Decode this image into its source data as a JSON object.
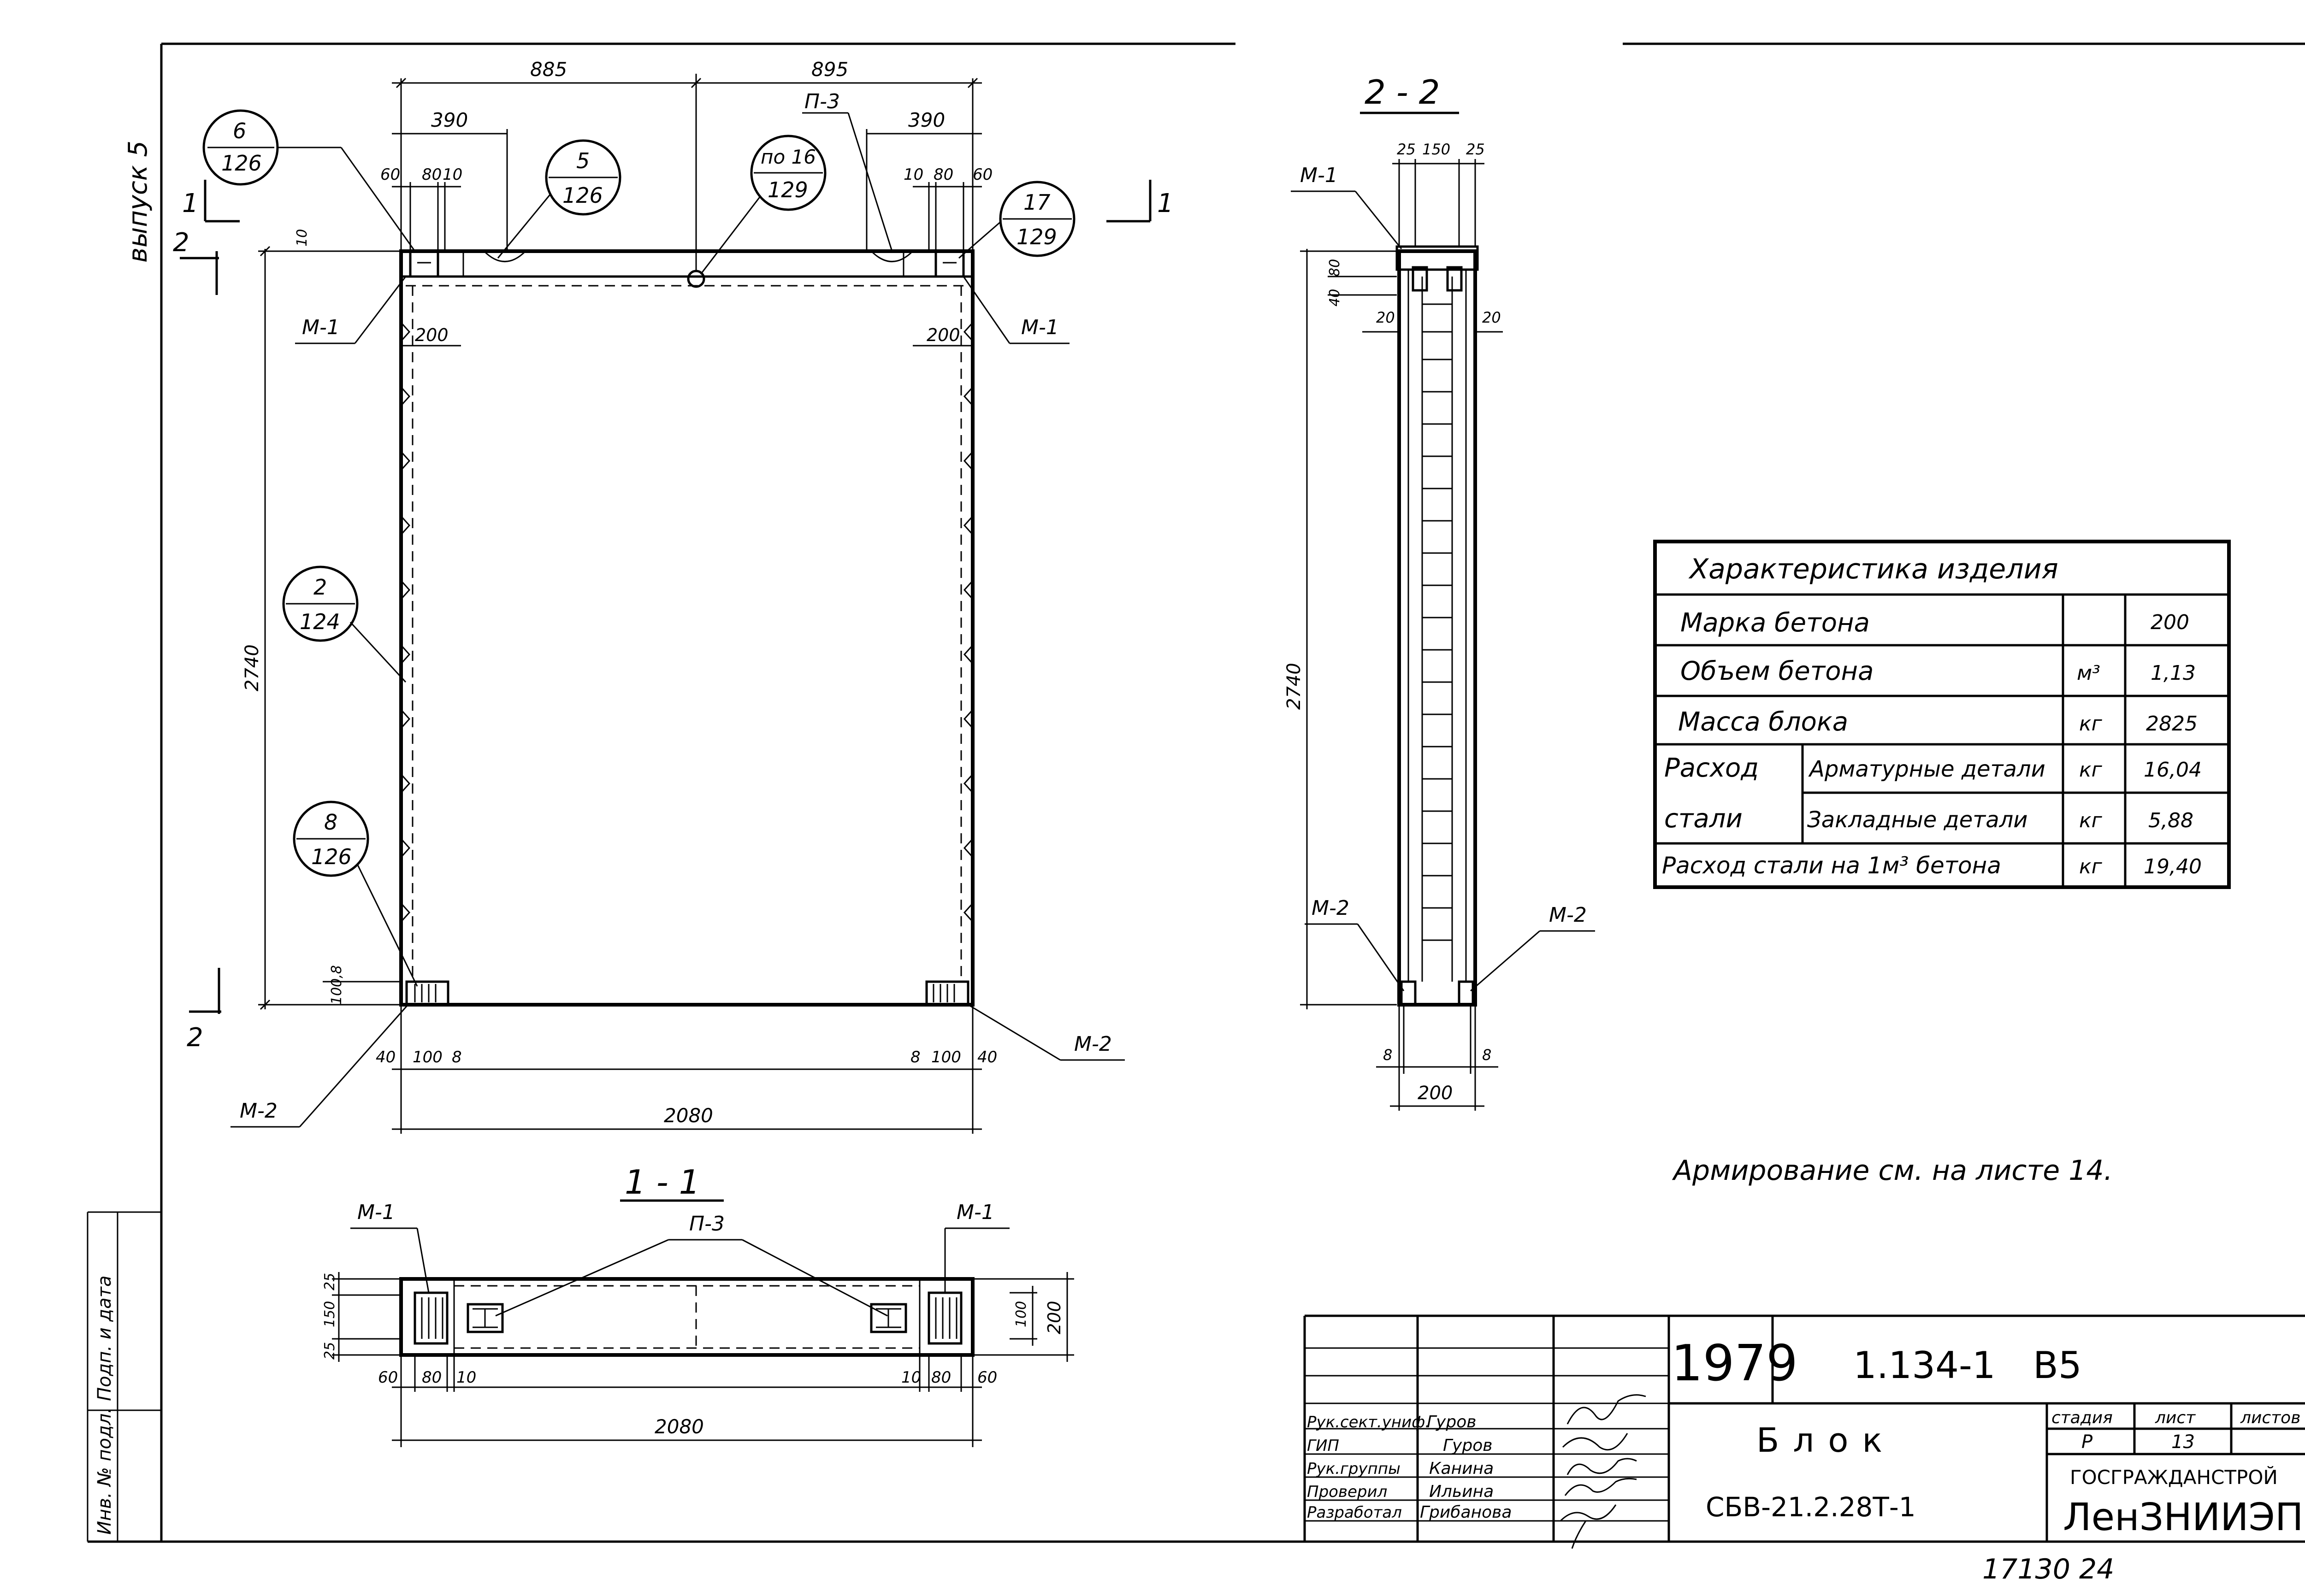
{
  "edition_label": "выпуск 5",
  "front_view": {
    "dims": {
      "left_half": "885",
      "right_half": "895",
      "top_left": "390",
      "top_right": "390",
      "l60": "60",
      "l80": "80",
      "l10": "10",
      "r10": "10",
      "r80": "80",
      "r60": "60",
      "top_10": "10",
      "l200": "200",
      "r200": "200",
      "height": "2740",
      "bottom_100_8": "100,8",
      "b40": "40",
      "b100": "100",
      "b8": "8",
      "br8": "8",
      "br100": "100",
      "br40": "40",
      "width": "2080"
    },
    "callouts": [
      {
        "top": "6",
        "bottom": "126"
      },
      {
        "top": "5",
        "bottom": "126"
      },
      {
        "top": "по 16",
        "bottom": "129"
      },
      {
        "top": "17",
        "bottom": "129"
      },
      {
        "top": "2",
        "bottom": "124"
      },
      {
        "top": "8",
        "bottom": "126"
      }
    ],
    "labels": {
      "p3": "П-3",
      "m1_left": "М-1",
      "m1_right": "М-1",
      "m2_left": "М-2",
      "m2_right": "М-2",
      "cut1_top": "1",
      "cut1_right": "1",
      "cut2_top": "2",
      "cut2_bottom": "2"
    }
  },
  "section_2_2": {
    "title": "2 - 2",
    "dims": {
      "d25a": "25",
      "d150": "150",
      "d25b": "25",
      "d80": "80",
      "d40": "40",
      "d20l": "20",
      "d20r": "20",
      "height": "2740",
      "d8l": "8",
      "d8r": "8",
      "width": "200"
    },
    "labels": {
      "m1": "М-1",
      "m2_left": "М-2",
      "m2_right": "М-2"
    }
  },
  "section_1_1": {
    "title": "1 - 1",
    "dims": {
      "d25a": "25",
      "d150": "150",
      "d25b": "25",
      "d60": "60",
      "d80": "80",
      "d10": "10",
      "r10": "10",
      "r80": "80",
      "r60": "60",
      "d100": "100",
      "d200": "200",
      "width": "2080"
    },
    "labels": {
      "m1_left": "М-1",
      "m1_right": "М-1",
      "p3": "П-3"
    }
  },
  "characteristics": {
    "title": "Характеристика изделия",
    "rows": [
      {
        "label": "Марка бетона",
        "unit": "",
        "value": "200"
      },
      {
        "label": "Объем бетона",
        "unit": "м³",
        "value": "1,13"
      },
      {
        "label": "Масса блока",
        "unit": "кг",
        "value": "2825"
      },
      {
        "label": "Арматурные детали",
        "unit": "кг",
        "value": "16,04"
      },
      {
        "label": "Закладные детали",
        "unit": "кг",
        "value": "5,88"
      },
      {
        "label": "Расход стали на 1м³ бетона",
        "unit": "кг",
        "value": "19,40"
      }
    ],
    "group_label_1": "Расход",
    "group_label_2": "стали"
  },
  "note": "Армирование см. на листе 14.",
  "title_block": {
    "year": "1979",
    "series": "1.134-1",
    "issue": "В5",
    "name": "Блок",
    "mark": "СБВ-21.2.28Т-1",
    "stage_label": "стадия",
    "sheet_label": "лист",
    "sheets_label": "листов",
    "stage": "Р",
    "sheet": "13",
    "sheets": "",
    "org1": "ГОСГРАЖДАНСТРОЙ",
    "org2": "ЛенЗНИИЭП",
    "people": [
      {
        "role": "Рук.сект.униф.",
        "name": "Гуров"
      },
      {
        "role": "ГИП",
        "name": "Гуров"
      },
      {
        "role": "Рук.группы",
        "name": "Канина"
      },
      {
        "role": "Проверил",
        "name": "Ильина"
      },
      {
        "role": "Разработал",
        "name": "Грибанова"
      }
    ]
  },
  "side_stamp": {
    "sig_date": "Подп. и дата",
    "inv": "Инв. № подл."
  },
  "doc_number": "17130  24"
}
